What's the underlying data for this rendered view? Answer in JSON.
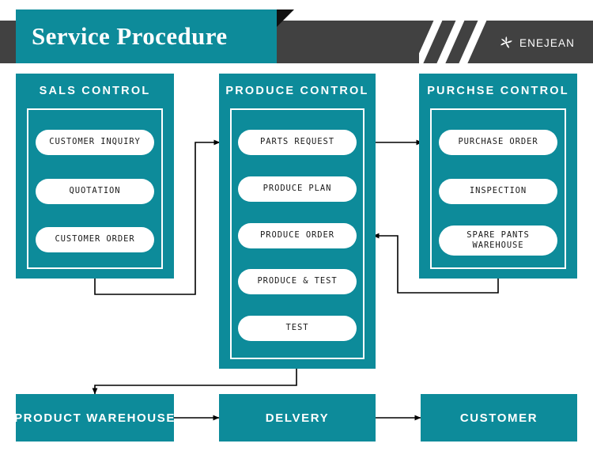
{
  "header": {
    "title": "Service Procedure",
    "brand_name": "ENEJEAN",
    "logo_icon": "pinwheel-flower-icon",
    "bar_color": "#414141",
    "accent_color": "#0d8b9a",
    "stripe_color": "#ffffff",
    "fold_color": "#111111"
  },
  "panels": [
    {
      "id": "sales",
      "title": "SALS CONTROL",
      "steps": [
        {
          "label": "CUSTOMER INQUIRY"
        },
        {
          "label": "QUOTATION"
        },
        {
          "label": "CUSTOMER ORDER"
        }
      ]
    },
    {
      "id": "produce",
      "title": "PRODUCE CONTROL",
      "steps": [
        {
          "label": "PARTS REQUEST"
        },
        {
          "label": "PRODUCE PLAN"
        },
        {
          "label": "PRODUCE ORDER"
        },
        {
          "label": "PRODUCE & TEST"
        },
        {
          "label": "TEST"
        }
      ]
    },
    {
      "id": "purchase",
      "title": "PURCHSE CONTROL",
      "steps": [
        {
          "label": "PURCHASE ORDER"
        },
        {
          "label": "INSPECTION"
        },
        {
          "label": "SPARE PANTS\nWAREHOUSE"
        }
      ]
    }
  ],
  "bottom_flow": [
    {
      "id": "product-warehouse",
      "label": "PRODUCT WAREHOUSE"
    },
    {
      "id": "delivery",
      "label": "DELVERY"
    },
    {
      "id": "customer",
      "label": "CUSTOMER"
    }
  ],
  "colors": {
    "teal": "#0d8b9a",
    "dark_gray": "#414141",
    "white": "#ffffff",
    "arrow": "#000000"
  }
}
